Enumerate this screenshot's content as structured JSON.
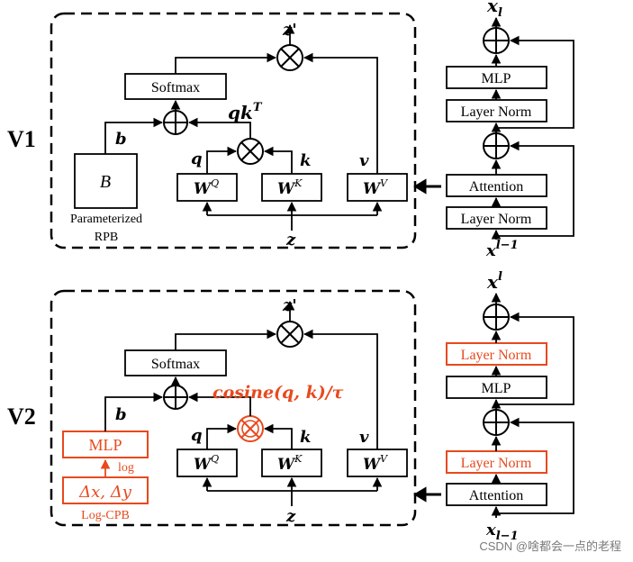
{
  "version_labels": {
    "v1": "V1",
    "v2": "V2"
  },
  "v1": {
    "softmax": "Softmax",
    "rpb_box": "B",
    "rpb_caption_line1": "Parameterized",
    "rpb_caption_line2": "RPB",
    "b": "b",
    "q": "q",
    "k": "k",
    "v": "v",
    "z": "z",
    "zprime": "z'",
    "qkT": "qk",
    "qkT_sup": "T",
    "wq": "W",
    "wq_sup": "Q",
    "wk": "W",
    "wk_sup": "K",
    "wv": "W",
    "wv_sup": "V",
    "block": {
      "xl": "x",
      "xl_sub": "l",
      "mlp": "MLP",
      "layer_norm_top": "Layer Norm",
      "attention": "Attention",
      "layer_norm_bottom": "Layer Norm",
      "x_in": "x",
      "x_in_sup": "l−1"
    }
  },
  "v2": {
    "softmax": "Softmax",
    "mlp": "MLP",
    "log": "log",
    "delta": "Δx, Δy",
    "caption": "Log-CPB",
    "cosine": "cosine(q, k)/τ",
    "b": "b",
    "q": "q",
    "k": "k",
    "v": "v",
    "z": "z",
    "zprime": "z'",
    "wq": "W",
    "wq_sup": "Q",
    "wk": "W",
    "wk_sup": "K",
    "wv": "W",
    "wv_sup": "V",
    "block": {
      "xl": "x",
      "xl_sup": "l",
      "layer_norm_top": "Layer Norm",
      "mlp": "MLP",
      "layer_norm_mid": "Layer Norm",
      "attention": "Attention",
      "x_in": "x",
      "x_in_sub": "l−1"
    }
  },
  "watermark": "CSDN @啥都会一点的老程",
  "colors": {
    "highlight": "#e8491d",
    "line": "#000000"
  }
}
